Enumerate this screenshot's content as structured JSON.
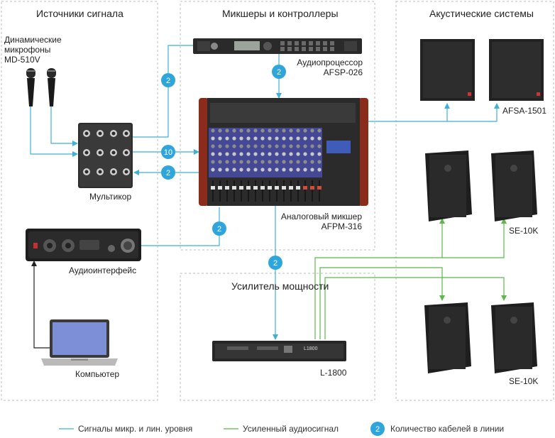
{
  "sections": {
    "sources": "Источники сигнала",
    "mixers": "Микшеры и контроллеры",
    "speakers": "Акустические системы",
    "amplifier": "Усилитель мощности"
  },
  "devices": {
    "microphones": [
      "Динамические",
      "микрофоны",
      "MD-510V"
    ],
    "multicore": "Мультикор",
    "audio_interface": "Аудиоинтерфейс",
    "computer": "Компьютер",
    "processor": [
      "Аудиопроцессор",
      "AFSP-026"
    ],
    "mixer": [
      "Аналоговый микшер",
      "AFPM-316"
    ],
    "amp": "L-1800",
    "amp_panel_label": "L1800",
    "subwoofer": "AFSA-1501",
    "speaker_top": "SE-10K",
    "speaker_bottom": "SE-10K"
  },
  "cable_counts": {
    "multicore_to_processor": "2",
    "processor_to_mixer": "2",
    "multicore_to_mixer": "10",
    "mixer_to_multicore": "2",
    "interface_to_mixer": "2",
    "mixer_to_amp": "2"
  },
  "legend": {
    "signal": "Сигналы микр. и лин. уровня",
    "amplified": "Усиленный аудиосигнал",
    "badge_sample": "2",
    "cable_count": "Количество кабелей в линии"
  },
  "colors": {
    "signal_line": "#3fb1d8",
    "amplified_line": "#5cb84a",
    "badge": "#2ea6dc",
    "border": "#bdbdbd",
    "mixer_wood": "#8b2b1c"
  }
}
